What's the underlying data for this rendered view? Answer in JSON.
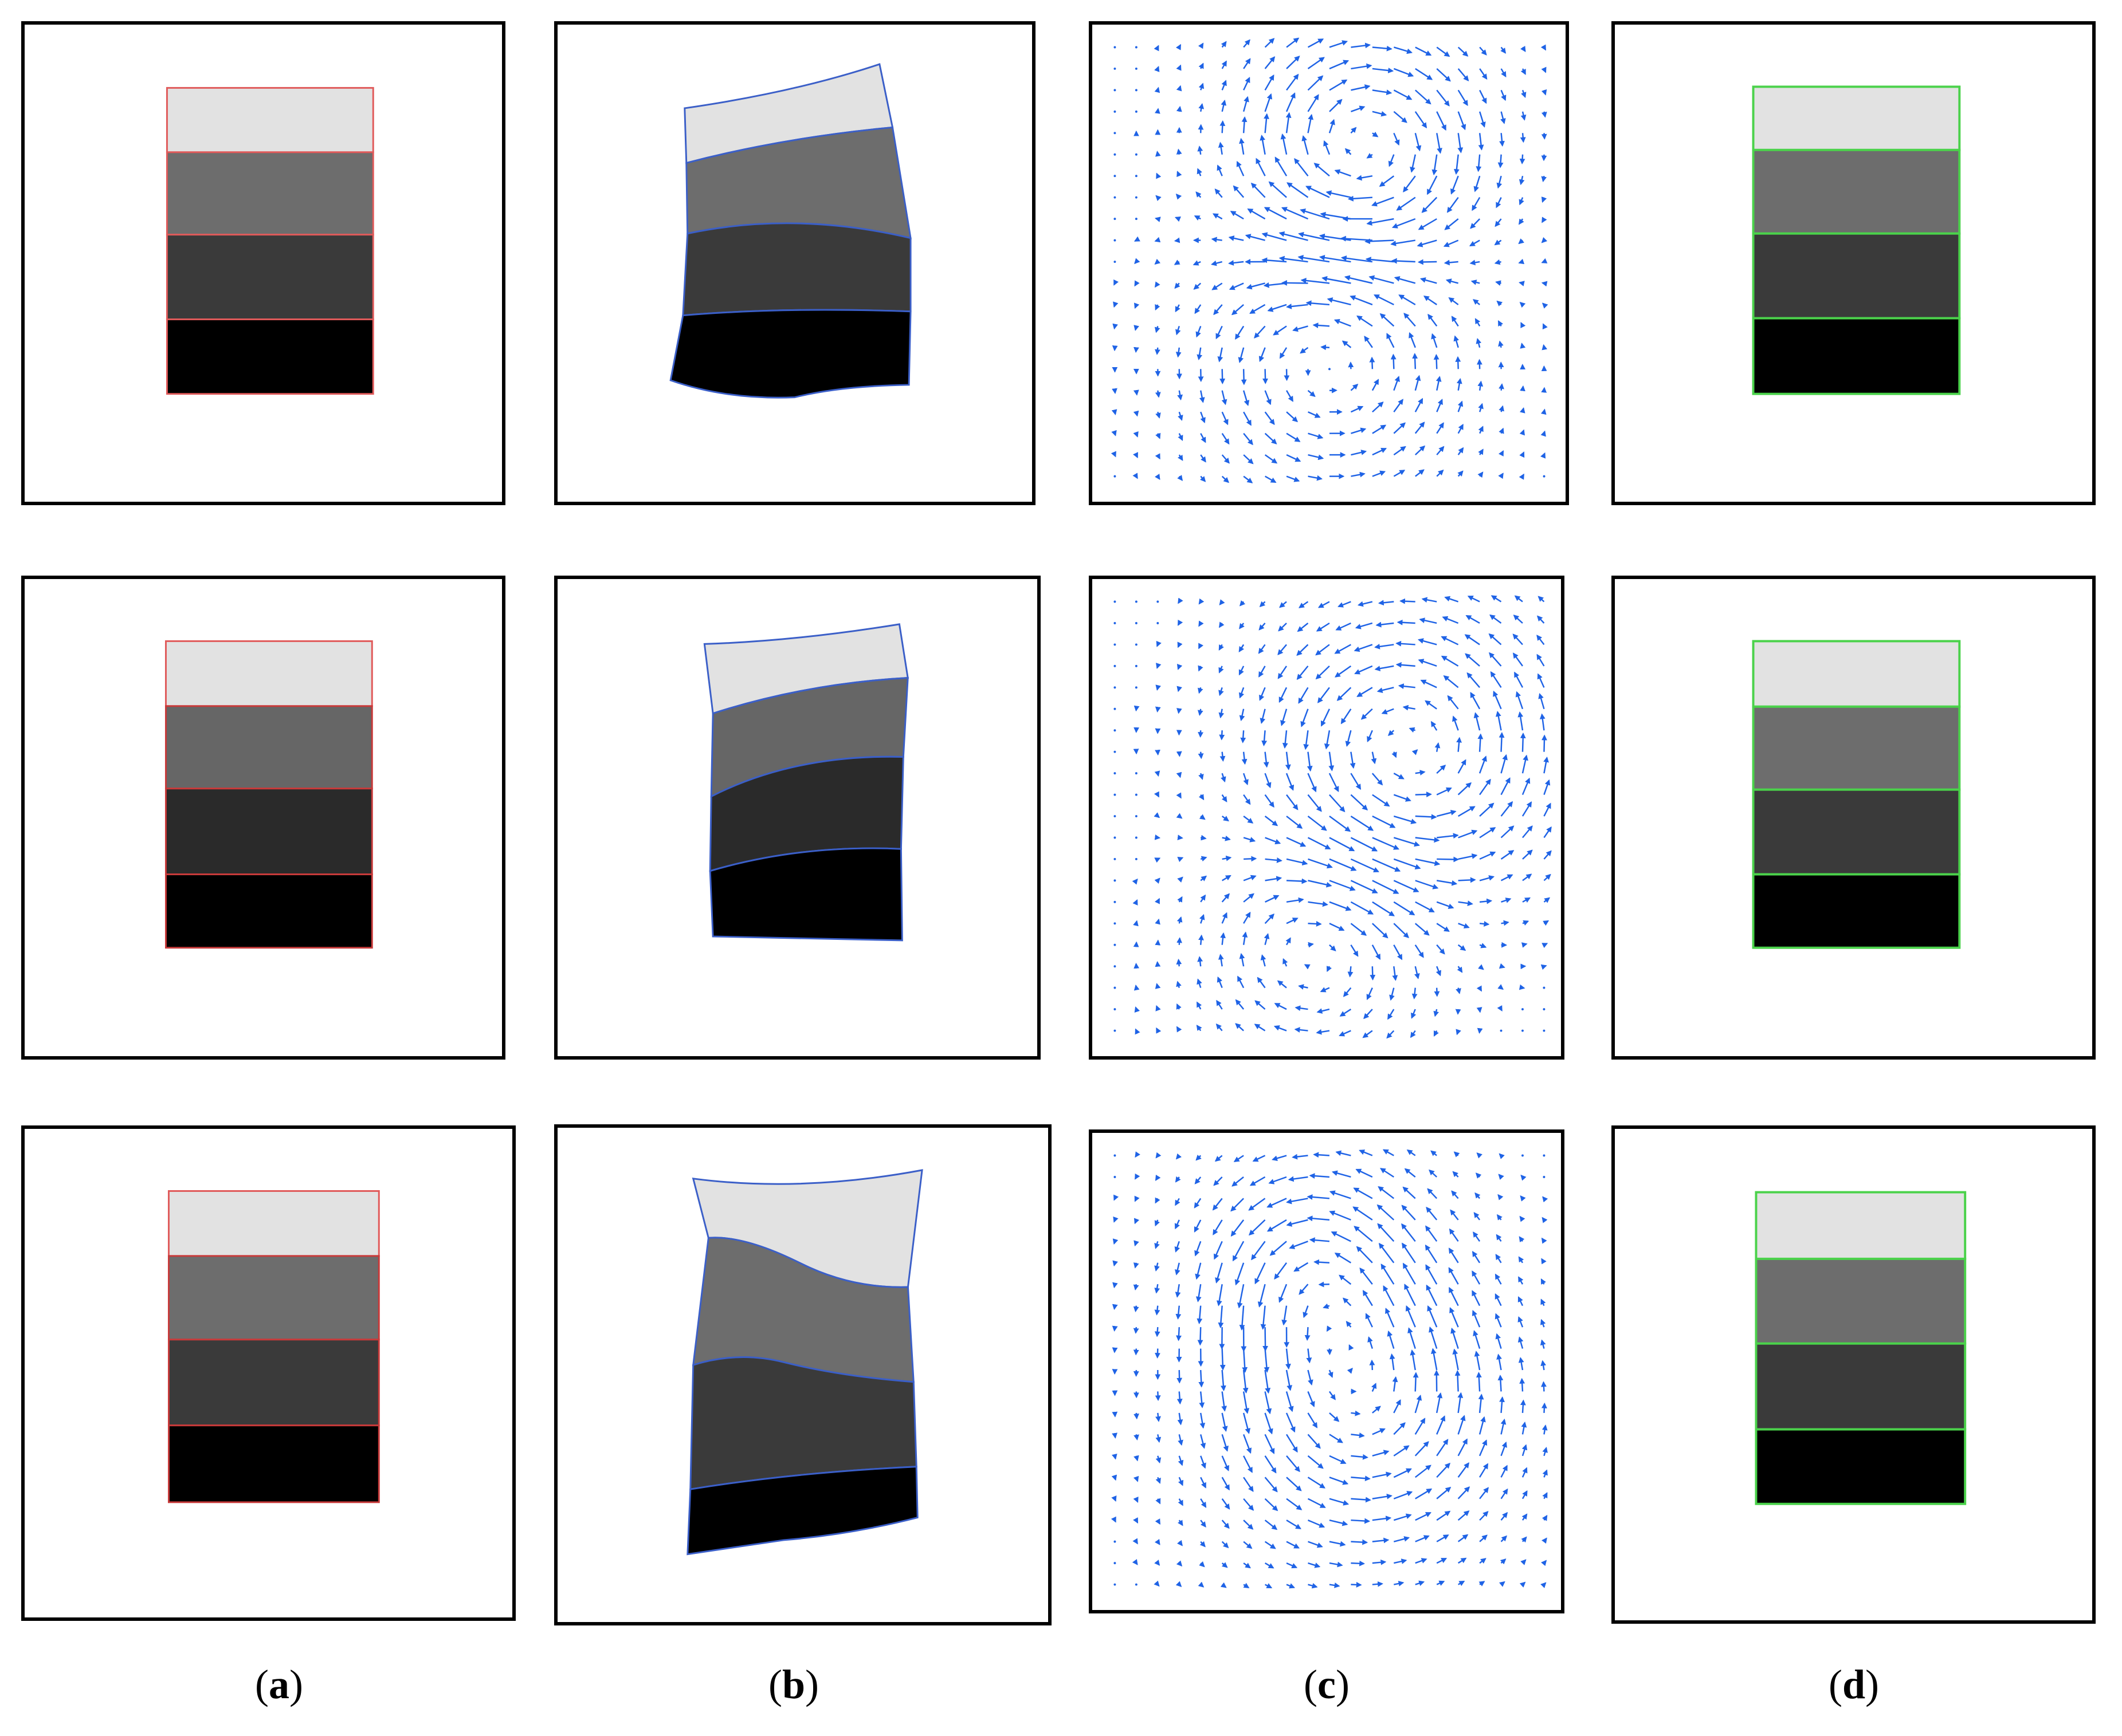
{
  "figure": {
    "columns": [
      {
        "id": "a",
        "kind": "source",
        "outline_color": "#e05a5a",
        "caption": "a"
      },
      {
        "id": "b",
        "kind": "deformed",
        "outline_color": "#3b5fc8",
        "caption": "b"
      },
      {
        "id": "c",
        "kind": "displacement-field",
        "arrow_color": "#1f63e6",
        "caption": "c"
      },
      {
        "id": "d",
        "kind": "registered",
        "outline_color": "#4bd24b",
        "caption": "d"
      }
    ],
    "rows": 3,
    "layer_fill_colors": [
      "#e2e2e2",
      "#6d6d6d",
      "#3a3a3a",
      "#000000"
    ],
    "row2_layer_fill_colors": [
      "#e2e2e2",
      "#666666",
      "#2a2a2a",
      "#000000"
    ]
  }
}
